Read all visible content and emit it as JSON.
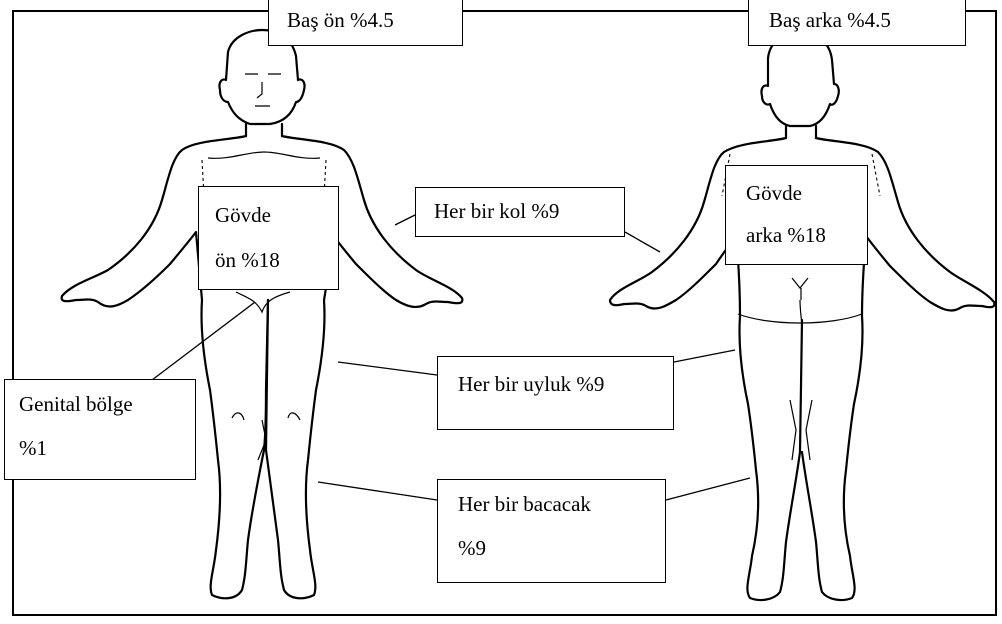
{
  "labels": {
    "head_front": "Baş ön %4.5",
    "head_back": "Baş arka %4.5",
    "torso_front": {
      "line1": "Gövde",
      "line2": "ön %18"
    },
    "torso_back": {
      "line1": "Gövde",
      "line2": "arka %18"
    },
    "arm": "Her bir kol %9",
    "genital": {
      "line1": "Genital bölge",
      "line2": "%1"
    },
    "thigh": "Her bir uyluk %9",
    "leg": {
      "line1": "Her bir bacacak",
      "line2": "%9"
    }
  },
  "colors": {
    "line": "#000000",
    "background": "#ffffff"
  }
}
